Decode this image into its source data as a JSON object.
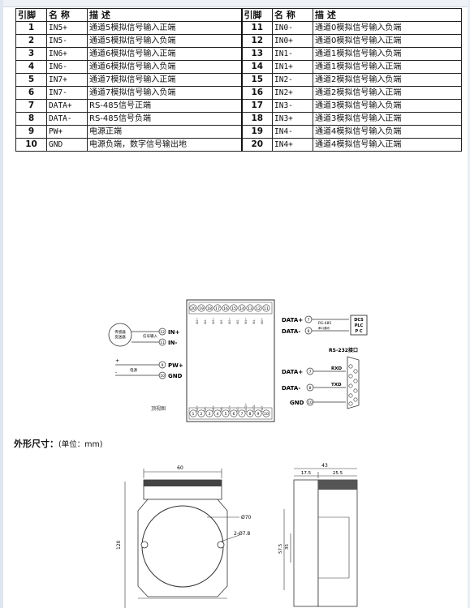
{
  "table": {
    "headers": {
      "pin": "引脚",
      "name": "名 称",
      "desc": "描  述",
      "pin2": "引脚",
      "name2": "名 称",
      "desc2": "描  述"
    },
    "rows": [
      {
        "l_no": "1",
        "l_name": "IN5+",
        "l_desc": "通道5模拟信号输入正端",
        "r_no": "11",
        "r_name": "IN0-",
        "r_desc": "通道0模拟信号输入负端"
      },
      {
        "l_no": "2",
        "l_name": "IN5-",
        "l_desc": "通道5模拟信号输入负端",
        "r_no": "12",
        "r_name": "IN0+",
        "r_desc": "通道0模拟信号输入正端"
      },
      {
        "l_no": "3",
        "l_name": "IN6+",
        "l_desc": "通道6模拟信号输入正端",
        "r_no": "13",
        "r_name": "IN1-",
        "r_desc": "通道1模拟信号输入负端"
      },
      {
        "l_no": "4",
        "l_name": "IN6-",
        "l_desc": "通道6模拟信号输入负端",
        "r_no": "14",
        "r_name": "IN1+",
        "r_desc": "通道1模拟信号输入正端"
      },
      {
        "l_no": "5",
        "l_name": "IN7+",
        "l_desc": "通道7模拟信号输入正端",
        "r_no": "15",
        "r_name": "IN2-",
        "r_desc": "通道2模拟信号输入负端"
      },
      {
        "l_no": "6",
        "l_name": "IN7-",
        "l_desc": "通道7模拟信号输入负端",
        "r_no": "16",
        "r_name": "IN2+",
        "r_desc": "通道2模拟信号输入正端"
      },
      {
        "l_no": "7",
        "l_name": "DATA+",
        "l_desc": "RS-485信号正端",
        "r_no": "17",
        "r_name": "IN3-",
        "r_desc": "通道3模拟信号输入负端"
      },
      {
        "l_no": "8",
        "l_name": "DATA-",
        "l_desc": "RS-485信号负端",
        "r_no": "18",
        "r_name": "IN3+",
        "r_desc": "通道3模拟信号输入正端"
      },
      {
        "l_no": "9",
        "l_name": "PW+",
        "l_desc": "电源正端",
        "r_no": "19",
        "r_name": "IN4-",
        "r_desc": "通道4模拟信号输入负端"
      },
      {
        "l_no": "10",
        "l_name": "GND",
        "l_desc": "电源负端，数字信号输出地",
        "r_no": "20",
        "r_name": "IN4+",
        "r_desc": "通道4模拟信号输入正端"
      }
    ]
  },
  "wiring": {
    "in_plus": "IN+",
    "in_minus": "IN-",
    "sensor": "传感器",
    "sensor2": "变送器",
    "sig_in": "信号输入",
    "pw_plus": "PW+",
    "gnd": "GND",
    "power": "电源",
    "data_plus": "DATA+",
    "data_minus": "DATA-",
    "rs485": "RS-485",
    "rs485_sub": "串口通讯",
    "dcs": "DCS",
    "plc": "PLC",
    "pc": "P C",
    "rs232": "RS-232接口",
    "data_plus2": "DATA+",
    "data_minus2": "DATA-",
    "gnd2": "GND",
    "rxd": "RXD",
    "txd": "TXD",
    "top_view": "顶视图",
    "pin_top": [
      "20",
      "19",
      "18",
      "17",
      "16",
      "15",
      "14",
      "13",
      "12",
      "11"
    ],
    "pin_bottom": [
      "1",
      "2",
      "3",
      "4",
      "5",
      "6",
      "7",
      "8",
      "9",
      "10"
    ],
    "pin_labels": {
      "p12": "12",
      "p11": "11",
      "p9": "9",
      "p10": "10",
      "p7": "7",
      "p8": "8",
      "p7b": "7",
      "p8b": "8",
      "p10b": "10"
    }
  },
  "section": {
    "title": "外形尺寸：",
    "unit": "(单位：mm)"
  },
  "dims": {
    "w60": "60",
    "h120": "120",
    "d70": "Ø70",
    "d78": "2-Ø7.8",
    "w43": "43",
    "w175": "17.5",
    "w255": "25.5",
    "h35": "35",
    "h575": "57.5"
  }
}
